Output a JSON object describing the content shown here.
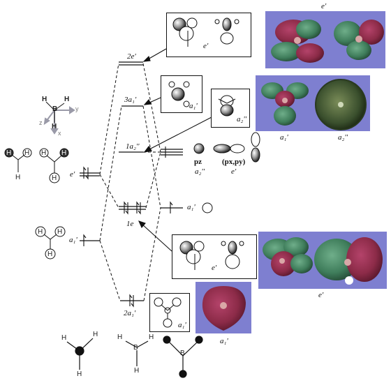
{
  "mo_levels": {
    "2e": "2e'",
    "3a1": "3a₁'",
    "1a2": "1a₂''",
    "1e": "1e",
    "2a1": "2a₁'"
  },
  "h3_fragment": {
    "e_prime": "e'",
    "a1_prime": "a₁'"
  },
  "boron_fragment": {
    "pz": "pz",
    "pxpy": "(px,py)",
    "a2_dprime": "a₂''",
    "e_prime": "e'",
    "a1_prime": "a₁'"
  },
  "box_labels": {
    "e_top": "e'",
    "a1_mid": "a₁'",
    "a2_mid": "a₂''",
    "e_low": "e'",
    "a1_bot": "a₁'"
  },
  "render_labels": {
    "top_e": "e'",
    "mid_a1": "a₁'",
    "mid_a2": "a₂''",
    "low_e": "e'",
    "bot_a1": "a₁'"
  },
  "axes": {
    "x": "x",
    "y": "y",
    "z": "z",
    "B": "B"
  },
  "atoms": {
    "H": "H",
    "B": "B"
  },
  "colors": {
    "render_bg": "#7e7fd0",
    "lobe_green": "#3f7d5b",
    "lobe_red": "#8c2b48",
    "axis_gray": "#9a9aa8"
  }
}
